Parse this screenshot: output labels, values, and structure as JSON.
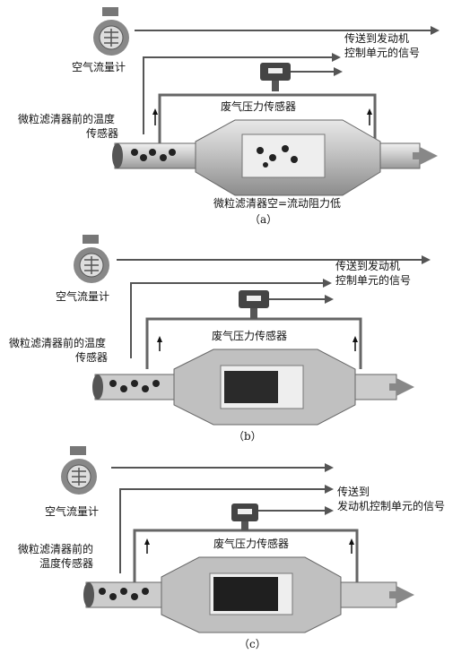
{
  "panels": [
    {
      "caption": "（a）",
      "airflow_label": "空气流量计",
      "sensor_temp_label": [
        "微粒滤清器前的温度",
        "传感器"
      ],
      "pressure_label": "废气压力传感器",
      "signal_label": [
        "传送到发动机",
        "控制单元的信号"
      ],
      "status_label": "微粒滤清器空=流动阻力低"
    },
    {
      "caption": "（b）",
      "airflow_label": "空气流量计",
      "sensor_temp_label": [
        "微粒滤清器前的温度",
        "传感器"
      ],
      "pressure_label": "废气压力传感器",
      "signal_label": [
        "传送到发动机",
        "控制单元的信号"
      ]
    },
    {
      "caption": "（c）",
      "airflow_label": "空气流量计",
      "sensor_temp_label": [
        "微粒滤清器前的",
        "温度传感器"
      ],
      "pressure_label": "废气压力传感器",
      "signal_label": [
        "传送到",
        "发动机控制单元的信号"
      ]
    }
  ],
  "colors": {
    "line": "#555555",
    "arrow": "#888888",
    "body": "#c8c8c8",
    "dark": "#333333"
  }
}
